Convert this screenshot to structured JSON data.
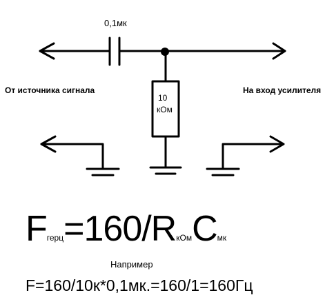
{
  "diagram": {
    "capacitor_label": "0,1мк",
    "source_label": "От источника сигнала",
    "amplifier_label": "На вход усилителя",
    "resistor_value": "10",
    "resistor_unit": "кОм"
  },
  "formula": {
    "f_main": "F",
    "f_sub": "герц",
    "middle": "=160/R",
    "r_sub": "кОм",
    "c_main": "C",
    "c_sub": "мк"
  },
  "example": {
    "label": "Например",
    "calculation": "F=160/10к*0,1мк.=160/1=160Гц"
  },
  "colors": {
    "ink": "#000000",
    "background": "#ffffff"
  }
}
